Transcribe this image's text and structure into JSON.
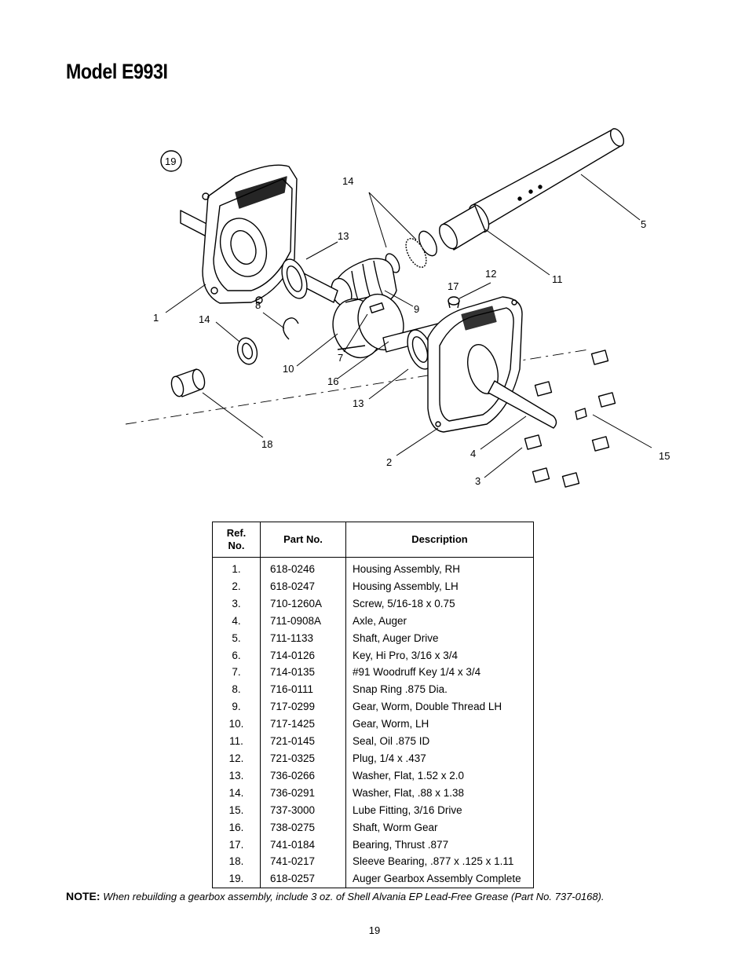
{
  "title": "Model E993I",
  "callouts": [
    "1",
    "2",
    "3",
    "4",
    "5",
    "7",
    "8",
    "9",
    "10",
    "11",
    "12",
    "13",
    "13",
    "14",
    "14",
    "15",
    "16",
    "17",
    "18",
    "19"
  ],
  "table": {
    "headers": {
      "ref": "Ref.\nNo.",
      "part": "Part No.",
      "desc": "Description"
    },
    "rows": [
      {
        "ref": "1.",
        "part": "618-0246",
        "desc": "Housing Assembly, RH"
      },
      {
        "ref": "2.",
        "part": "618-0247",
        "desc": "Housing Assembly, LH"
      },
      {
        "ref": "3.",
        "part": "710-1260A",
        "desc": "Screw, 5/16-18 x 0.75"
      },
      {
        "ref": "4.",
        "part": "711-0908A",
        "desc": "Axle, Auger"
      },
      {
        "ref": "5.",
        "part": "711-1133",
        "desc": "Shaft, Auger Drive"
      },
      {
        "ref": "6.",
        "part": "714-0126",
        "desc": "Key, Hi Pro, 3/16 x 3/4"
      },
      {
        "ref": "7.",
        "part": "714-0135",
        "desc": "#91 Woodruff Key 1/4 x 3/4"
      },
      {
        "ref": "8.",
        "part": "716-0111",
        "desc": "Snap Ring .875 Dia."
      },
      {
        "ref": "9.",
        "part": "717-0299",
        "desc": "Gear, Worm, Double Thread LH"
      },
      {
        "ref": "10.",
        "part": "717-1425",
        "desc": "Gear, Worm, LH"
      },
      {
        "ref": "11.",
        "part": "721-0145",
        "desc": "Seal, Oil .875 ID"
      },
      {
        "ref": "12.",
        "part": "721-0325",
        "desc": "Plug, 1/4 x .437"
      },
      {
        "ref": "13.",
        "part": "736-0266",
        "desc": "Washer, Flat, 1.52 x 2.0"
      },
      {
        "ref": "14.",
        "part": "736-0291",
        "desc": "Washer, Flat, .88 x 1.38"
      },
      {
        "ref": "15.",
        "part": "737-3000",
        "desc": "Lube Fitting, 3/16 Drive"
      },
      {
        "ref": "16.",
        "part": "738-0275",
        "desc": "Shaft, Worm Gear"
      },
      {
        "ref": "17.",
        "part": "741-0184",
        "desc": "Bearing, Thrust .877"
      },
      {
        "ref": "18.",
        "part": "741-0217",
        "desc": "Sleeve Bearing, .877 x .125 x 1.11"
      },
      {
        "ref": "19.",
        "part": "618-0257",
        "desc": "Auger Gearbox Assembly Complete"
      }
    ]
  },
  "note": {
    "label": "NOTE:",
    "text": "When rebuilding a gearbox assembly, include 3 oz. of Shell Alvania EP Lead-Free Grease (Part No. 737-0168)."
  },
  "page_number": "19"
}
